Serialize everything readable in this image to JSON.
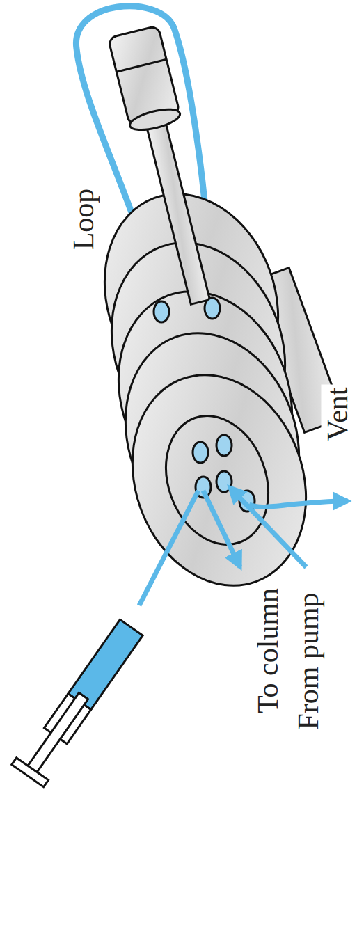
{
  "diagram": {
    "labels": [
      "Loop",
      "Vent",
      "To column",
      "From pump"
    ]
  }
}
